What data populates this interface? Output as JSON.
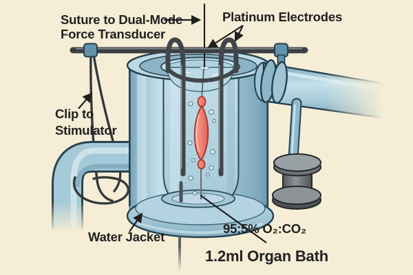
{
  "figure": {
    "type": "scientific-diagram",
    "subject": "Isolated tissue organ bath apparatus",
    "labels": {
      "suture_line1": "Suture to Dual-Mode",
      "suture_line2": "Force Transducer",
      "platinum_electrodes": "Platinum Electrodes",
      "clip_line1": "Clip to",
      "clip_line2": "Stimulator",
      "water_jacket": "Water Jacket",
      "gas_mixture": "95:5% O₂:CO₂",
      "organ_bath": "1.2ml Organ Bath"
    },
    "colors": {
      "background": "#f5edd6",
      "glass-blue-light": "#c6e1ea",
      "glass-blue": "#a4c9d8",
      "glass-blue-dark": "#7fa9bd",
      "outline": "#24404c",
      "metal-gray": "#474c50",
      "tissue-red": "#ef8076",
      "label-ink": "#212121"
    }
  }
}
